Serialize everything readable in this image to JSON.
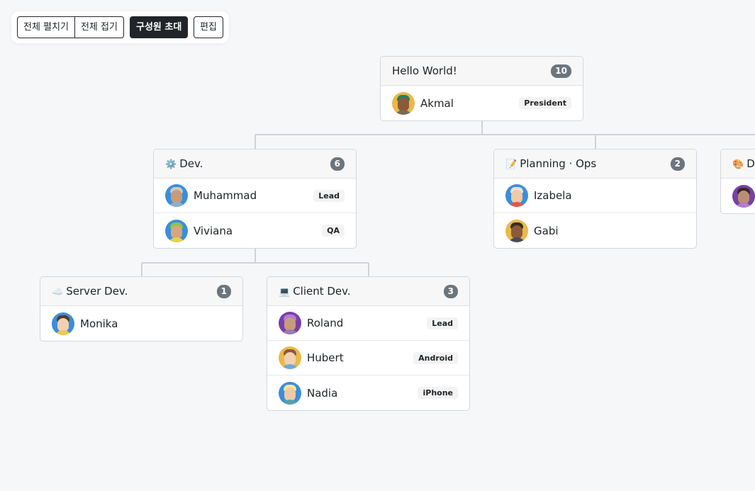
{
  "toolbar": {
    "expand_all": "전체 펼치기",
    "collapse_all": "전체 접기",
    "invite": "구성원 초대",
    "edit": "편집"
  },
  "teams": {
    "root": {
      "name": "Hello World!",
      "count": "10",
      "members": [
        {
          "name": "Akmal",
          "role": "President"
        }
      ]
    },
    "dev": {
      "name": "Dev.",
      "emoji": "⚙️",
      "count": "6",
      "members": [
        {
          "name": "Muhammad",
          "role": "Lead"
        },
        {
          "name": "Viviana",
          "role": "QA"
        }
      ]
    },
    "planning": {
      "name": "Planning · Ops",
      "emoji": "📝",
      "count": "2",
      "members": [
        {
          "name": "Izabela"
        },
        {
          "name": "Gabi"
        }
      ]
    },
    "design": {
      "name": "De",
      "emoji": "🎨"
    },
    "server": {
      "name": "Server Dev.",
      "emoji": "☁️",
      "count": "1",
      "members": [
        {
          "name": "Monika"
        }
      ]
    },
    "client": {
      "name": "Client Dev.",
      "emoji": "💻",
      "count": "3",
      "members": [
        {
          "name": "Roland",
          "role": "Lead"
        },
        {
          "name": "Hubert",
          "role": "Android"
        },
        {
          "name": "Nadia",
          "role": "iPhone"
        }
      ]
    }
  },
  "colors": {
    "line": "#cfd2d6",
    "badge": "#6c757d",
    "primary_button": "#212529"
  }
}
